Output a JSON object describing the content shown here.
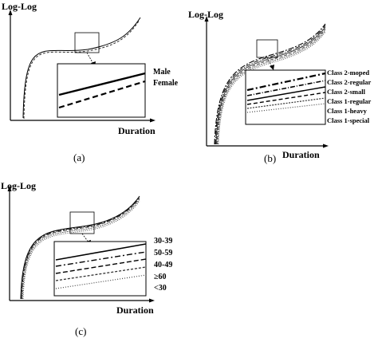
{
  "chart_data": [
    {
      "type": "line",
      "panel_caption": "(a)",
      "ylabel": "Log-Log",
      "xlabel": "Duration",
      "legend": [
        "Male",
        "Female"
      ]
    },
    {
      "type": "line",
      "panel_caption": "(b)",
      "ylabel": "Log-Log",
      "xlabel": "Duration",
      "legend": [
        "Class 2-moped",
        "Class 2-regular",
        "Class 2-small",
        "Class 1-regular",
        "Class 1-heavy",
        "Class 1-special"
      ]
    },
    {
      "type": "line",
      "panel_caption": "(c)",
      "ylabel": "Log-Log",
      "xlabel": "Duration",
      "legend": [
        "30-39",
        "50-59",
        "40-49",
        "≥60",
        "<30"
      ]
    }
  ]
}
